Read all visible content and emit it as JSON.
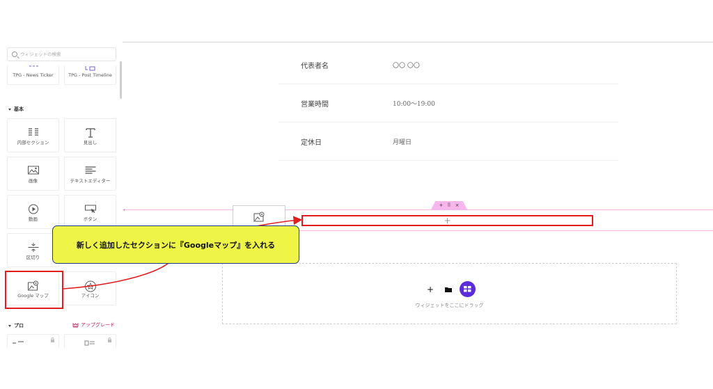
{
  "panel": {
    "search_placeholder": "ウィジェットの検索",
    "top_tiles": [
      {
        "label": "TPG - News Ticker"
      },
      {
        "label": "TPG - Post Timeline"
      }
    ],
    "basic_category": "基本",
    "basic_tiles": [
      {
        "label": "内部セクション",
        "icon": "columns-icon"
      },
      {
        "label": "見出し",
        "icon": "heading-icon"
      },
      {
        "label": "画像",
        "icon": "image-icon"
      },
      {
        "label": "テキストエディター",
        "icon": "text-editor-icon"
      },
      {
        "label": "動画",
        "icon": "video-icon"
      },
      {
        "label": "ボタン",
        "icon": "button-icon"
      },
      {
        "label": "区切り",
        "icon": "divider-icon"
      },
      {
        "label": "Google マップ",
        "icon": "map-icon"
      },
      {
        "label": "アイコン",
        "icon": "star-icon"
      }
    ],
    "pro_category": "プロ",
    "upgrade_label": "アップグレード"
  },
  "info_table": [
    {
      "label": "代表者名",
      "value": "〇〇 〇〇"
    },
    {
      "label": "営業時間",
      "value": "10:00～19:00"
    },
    {
      "label": "定休日",
      "value": "月曜日"
    }
  ],
  "section_handle": {
    "add": "+",
    "move": "⠿",
    "close": "×"
  },
  "drop_zone": {
    "text": "ウィジェットをここにドラッグ"
  },
  "callout": {
    "text": "新しく追加したセクションに『Googleマップ』を入れる"
  },
  "colors": {
    "highlight": "#e11d1d",
    "callout_bg": "#eef546",
    "callout_border": "#1f3a8a",
    "accent": "#5b2bdc",
    "section_pink": "#f4b6e8"
  }
}
